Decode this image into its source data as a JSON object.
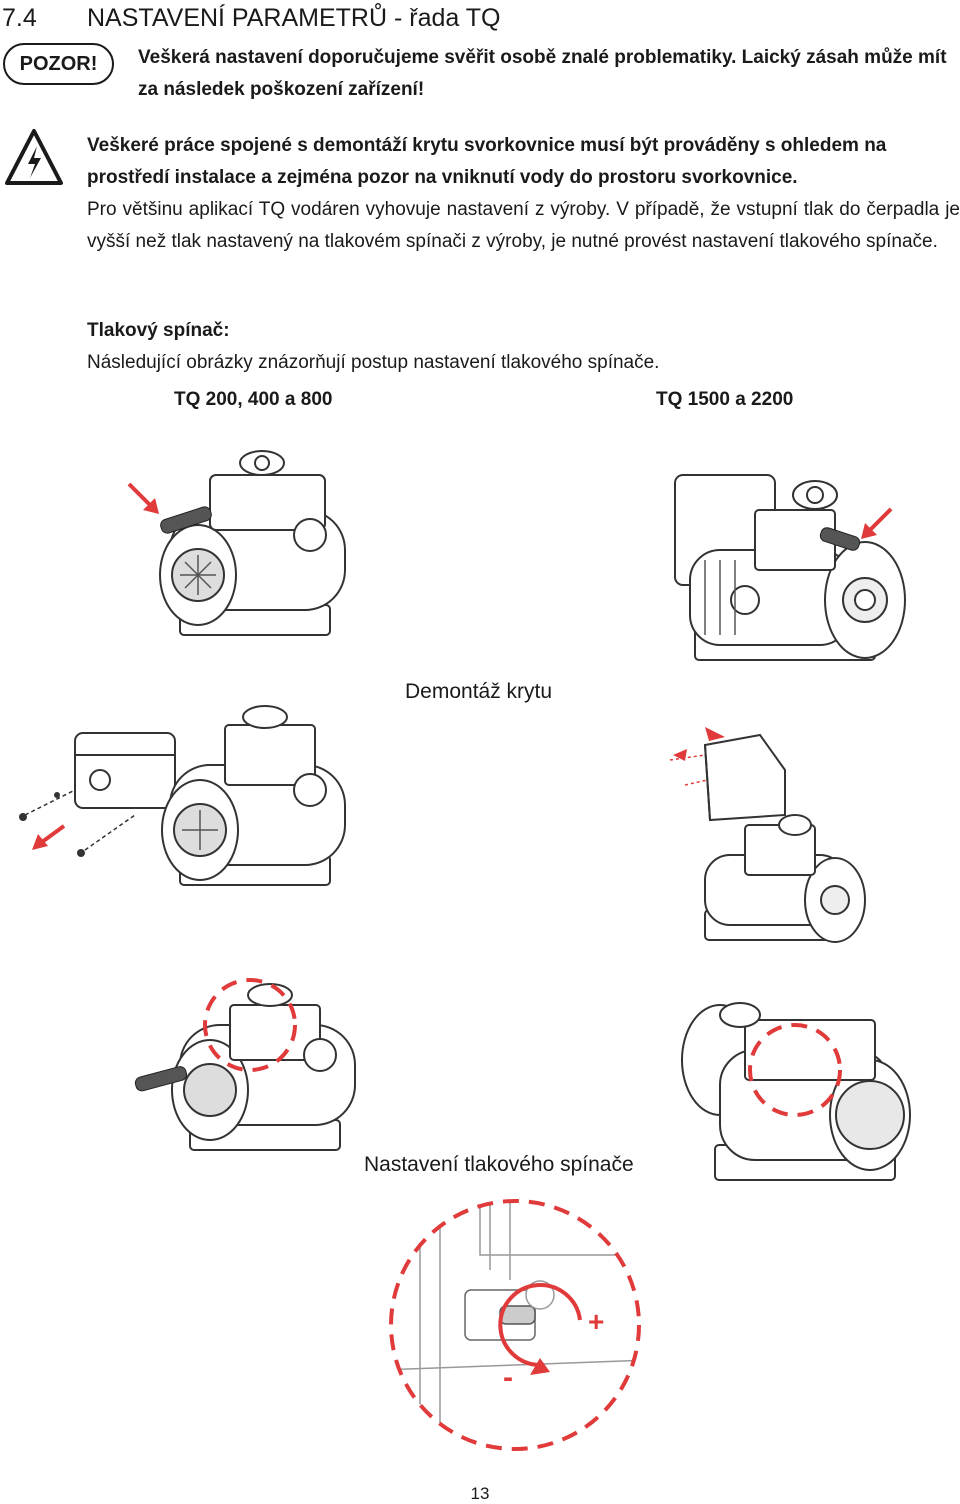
{
  "section": {
    "number": "7.4",
    "title": "NASTAVENÍ PARAMETRŮ - řada TQ"
  },
  "warning": {
    "badge": "POZOR!",
    "text": "Veškerá nastavení doporučujeme svěřit osobě znalé problematiky. Laický zásah může mít za následek poškození zařízení!"
  },
  "safety": {
    "icon": "electric-hazard-icon",
    "text": "Veškeré práce spojené s demontáží krytu svorkovnice musí být prováděny s ohledem na prostředí instalace a zejména pozor na vniknutí vody do prostoru svorkovnice."
  },
  "body_text": "Pro většinu aplikací TQ vodáren vyhovuje nastavení z výroby. V případě, že vstupní tlak do čerpadla je vyšší než tlak nastavený na tlakovém spínači z výroby, je nutné provést nastavení tlakového spínače.",
  "pressure_switch": {
    "heading": "Tlakový spínač:",
    "text": "Následující obrázky znázorňují postup nastavení tlakového spínače."
  },
  "columns": {
    "left": "TQ 200, 400 a 800",
    "right": "TQ 1500 a 2200"
  },
  "captions": {
    "cover_removal": "Demontáž krytu",
    "switch_setting": "Nastavení tlakového spínače"
  },
  "detail": {
    "plus": "+",
    "minus": "-"
  },
  "colors": {
    "accent_red": "#e03a3a",
    "text": "#1a1a1a"
  },
  "page_number": "13"
}
